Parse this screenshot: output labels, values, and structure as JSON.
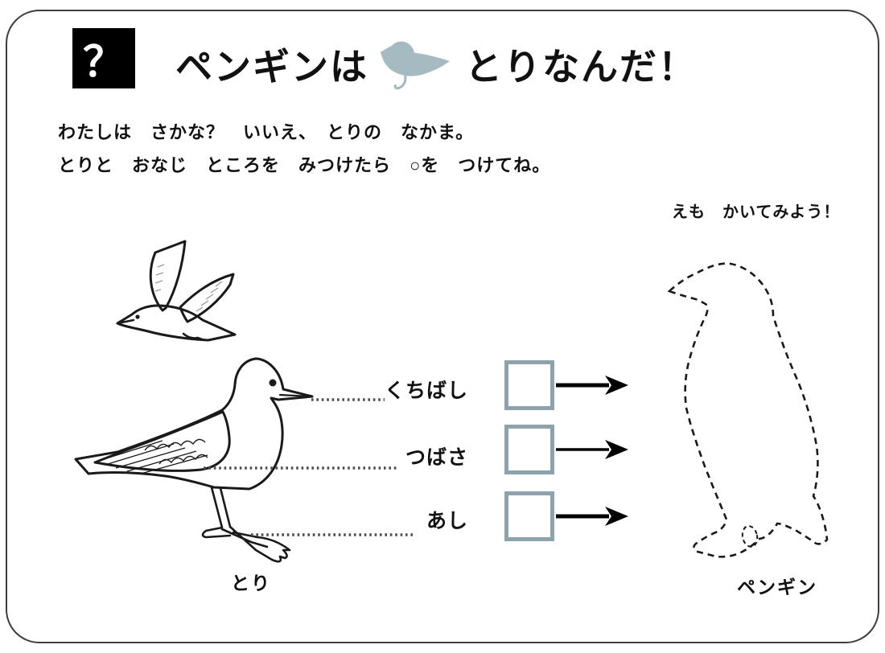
{
  "header": {
    "question_mark": "？",
    "title_part1": "ペンギンは",
    "title_part2": "とりなんだ！"
  },
  "intro": {
    "line1": "わたしは　さかな？　いいえ、　とりの　なかま。",
    "line2": "とりと　おなじ　ところを　みつけたら　○を　つけてね。"
  },
  "draw_prompt": "えも　かいてみよう！",
  "items": [
    {
      "label": "くちばし",
      "checkbox_value": ""
    },
    {
      "label": "つばさ",
      "checkbox_value": ""
    },
    {
      "label": "あし",
      "checkbox_value": ""
    }
  ],
  "captions": {
    "bird": "とり",
    "penguin": "ペンギン"
  },
  "icons": {
    "bird_silhouette": "bird-silhouette-icon",
    "arrows": "arrow-right-icon"
  },
  "colors": {
    "ink": "#1a1a1a",
    "silhouette_fill": "#a6bac2",
    "checkbox_border": "#8da2aa",
    "dotted_line": "#4d4d4d",
    "badge_bg": "#000000",
    "badge_fg": "#ffffff"
  }
}
